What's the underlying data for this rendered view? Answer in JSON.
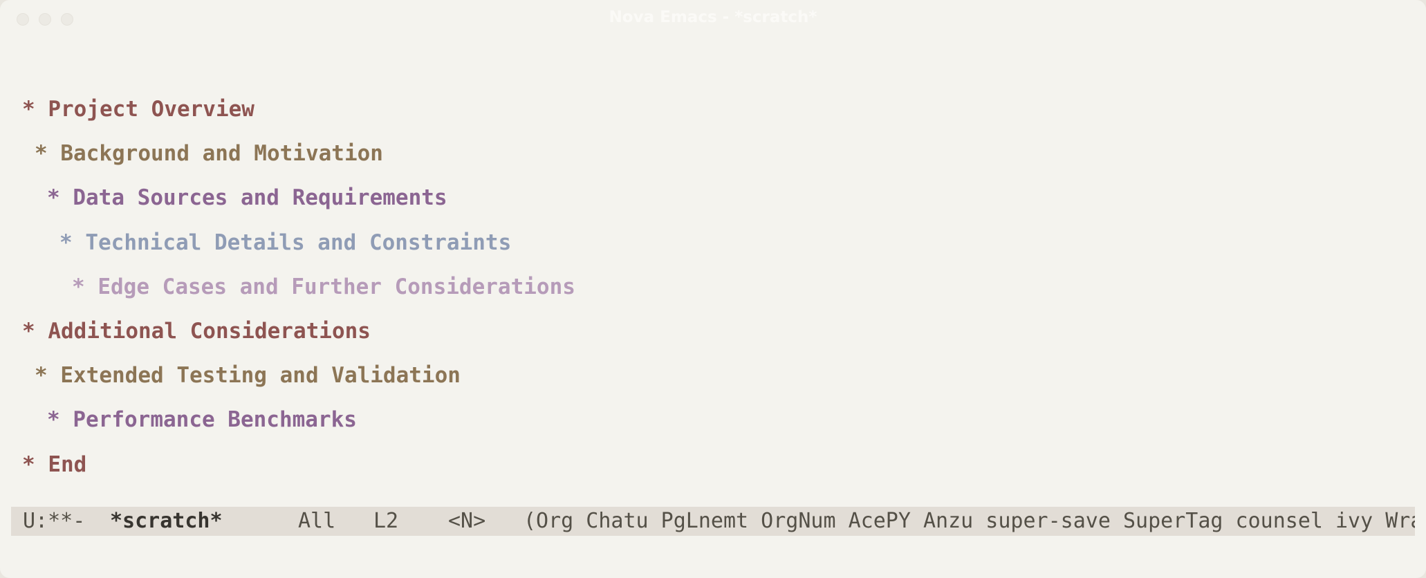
{
  "window": {
    "title": "Nova Emacs - *scratch*"
  },
  "buffer": {
    "headings": [
      {
        "stars": "*",
        "text": "Project Overview",
        "level": 1
      },
      {
        "stars": "*",
        "text": "Background and Motivation",
        "level": 2
      },
      {
        "stars": "*",
        "text": "Data Sources and Requirements",
        "level": 3
      },
      {
        "stars": "*",
        "text": "Technical Details and Constraints",
        "level": 4
      },
      {
        "stars": "*",
        "text": "Edge Cases and Further Considerations",
        "level": 5
      },
      {
        "stars": "*",
        "text": "Additional Considerations",
        "level": 1
      },
      {
        "stars": "*",
        "text": "Extended Testing and Validation",
        "level": 2
      },
      {
        "stars": "*",
        "text": "Performance Benchmarks",
        "level": 3
      },
      {
        "stars": "*",
        "text": "End",
        "level": 1
      }
    ]
  },
  "modeline": {
    "state": "U:**-",
    "buffer_name": "*scratch*",
    "position": "All",
    "line": "L2",
    "evil_state": "<N>",
    "modes": "(Org Chatu PgLnemt OrgNum AcePY Anzu super-save SuperTag counsel ivy Wra"
  },
  "colors": {
    "background": "#f4f3ee",
    "level1": "#8e5451",
    "level2": "#8c7555",
    "level3": "#8b6592",
    "level4": "#8f9cb5",
    "level5": "#b69bb9",
    "modeline_bg": "#e2ddd6"
  }
}
